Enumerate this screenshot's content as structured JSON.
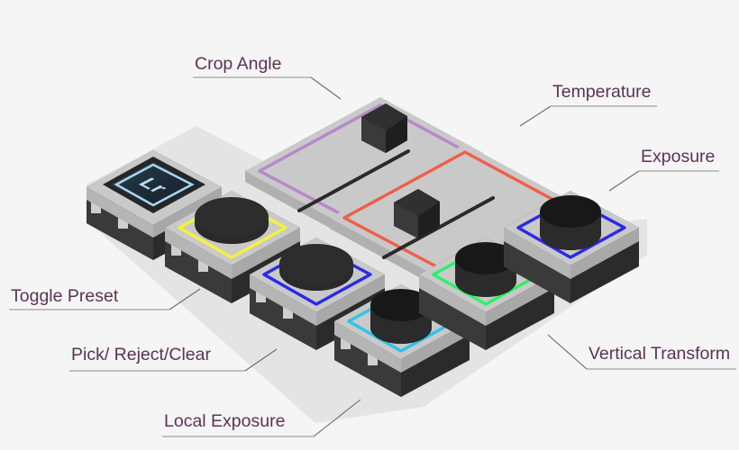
{
  "scene": {
    "background_color": "#f5f5f5",
    "device_name": "modular-isometric-control-surface",
    "logo_text": "Lr",
    "logo_screen_color": "#1d2b38",
    "logo_border_color": "#a8d4ec",
    "tile_top_color": "#c9c9c9",
    "tile_body_color": "#bdbdbd",
    "tile_base_color": "#2b2b2b",
    "knob_color": "#2d2d2d",
    "label_color": "#5b3355",
    "leader_color": "#6b6b6b"
  },
  "labels": [
    {
      "id": "crop-angle",
      "text": "Crop Angle",
      "accent": "#b688c8"
    },
    {
      "id": "temperature",
      "text": "Temperature",
      "accent": "#ef5f4a"
    },
    {
      "id": "exposure",
      "text": "Exposure",
      "accent": "#2a2ae8"
    },
    {
      "id": "toggle-preset",
      "text": "Toggle Preset",
      "accent": "#f2f23c"
    },
    {
      "id": "pick-reject-clear",
      "text": "Pick/ Reject/Clear",
      "accent": "#2a2ae8"
    },
    {
      "id": "local-exposure",
      "text": "Local Exposure",
      "accent": "#2ec4e8"
    },
    {
      "id": "vertical-transform",
      "text": "Vertical Transform",
      "accent": "#2ef06a"
    }
  ],
  "modules": [
    {
      "id": "logo-module",
      "kind": "screen",
      "label": "Lr Logo",
      "accent": "#a8d4ec"
    },
    {
      "id": "toggle-preset-module",
      "kind": "knob",
      "label": "Toggle Preset",
      "accent": "#f2f23c"
    },
    {
      "id": "pick-reject-module",
      "kind": "knob",
      "label": "Pick/ Reject/Clear",
      "accent": "#2a2ae8"
    },
    {
      "id": "local-exposure-module",
      "kind": "knob",
      "label": "Local Exposure",
      "accent": "#2ec4e8"
    },
    {
      "id": "crop-angle-module",
      "kind": "slider",
      "label": "Crop Angle",
      "accent": "#b688c8"
    },
    {
      "id": "temperature-module",
      "kind": "slider",
      "label": "Temperature",
      "accent": "#ef5f4a"
    },
    {
      "id": "vertical-transform-module",
      "kind": "knob",
      "label": "Vertical Transform",
      "accent": "#2ef06a"
    },
    {
      "id": "exposure-module",
      "kind": "knob",
      "label": "Exposure",
      "accent": "#2a2ae8"
    }
  ]
}
